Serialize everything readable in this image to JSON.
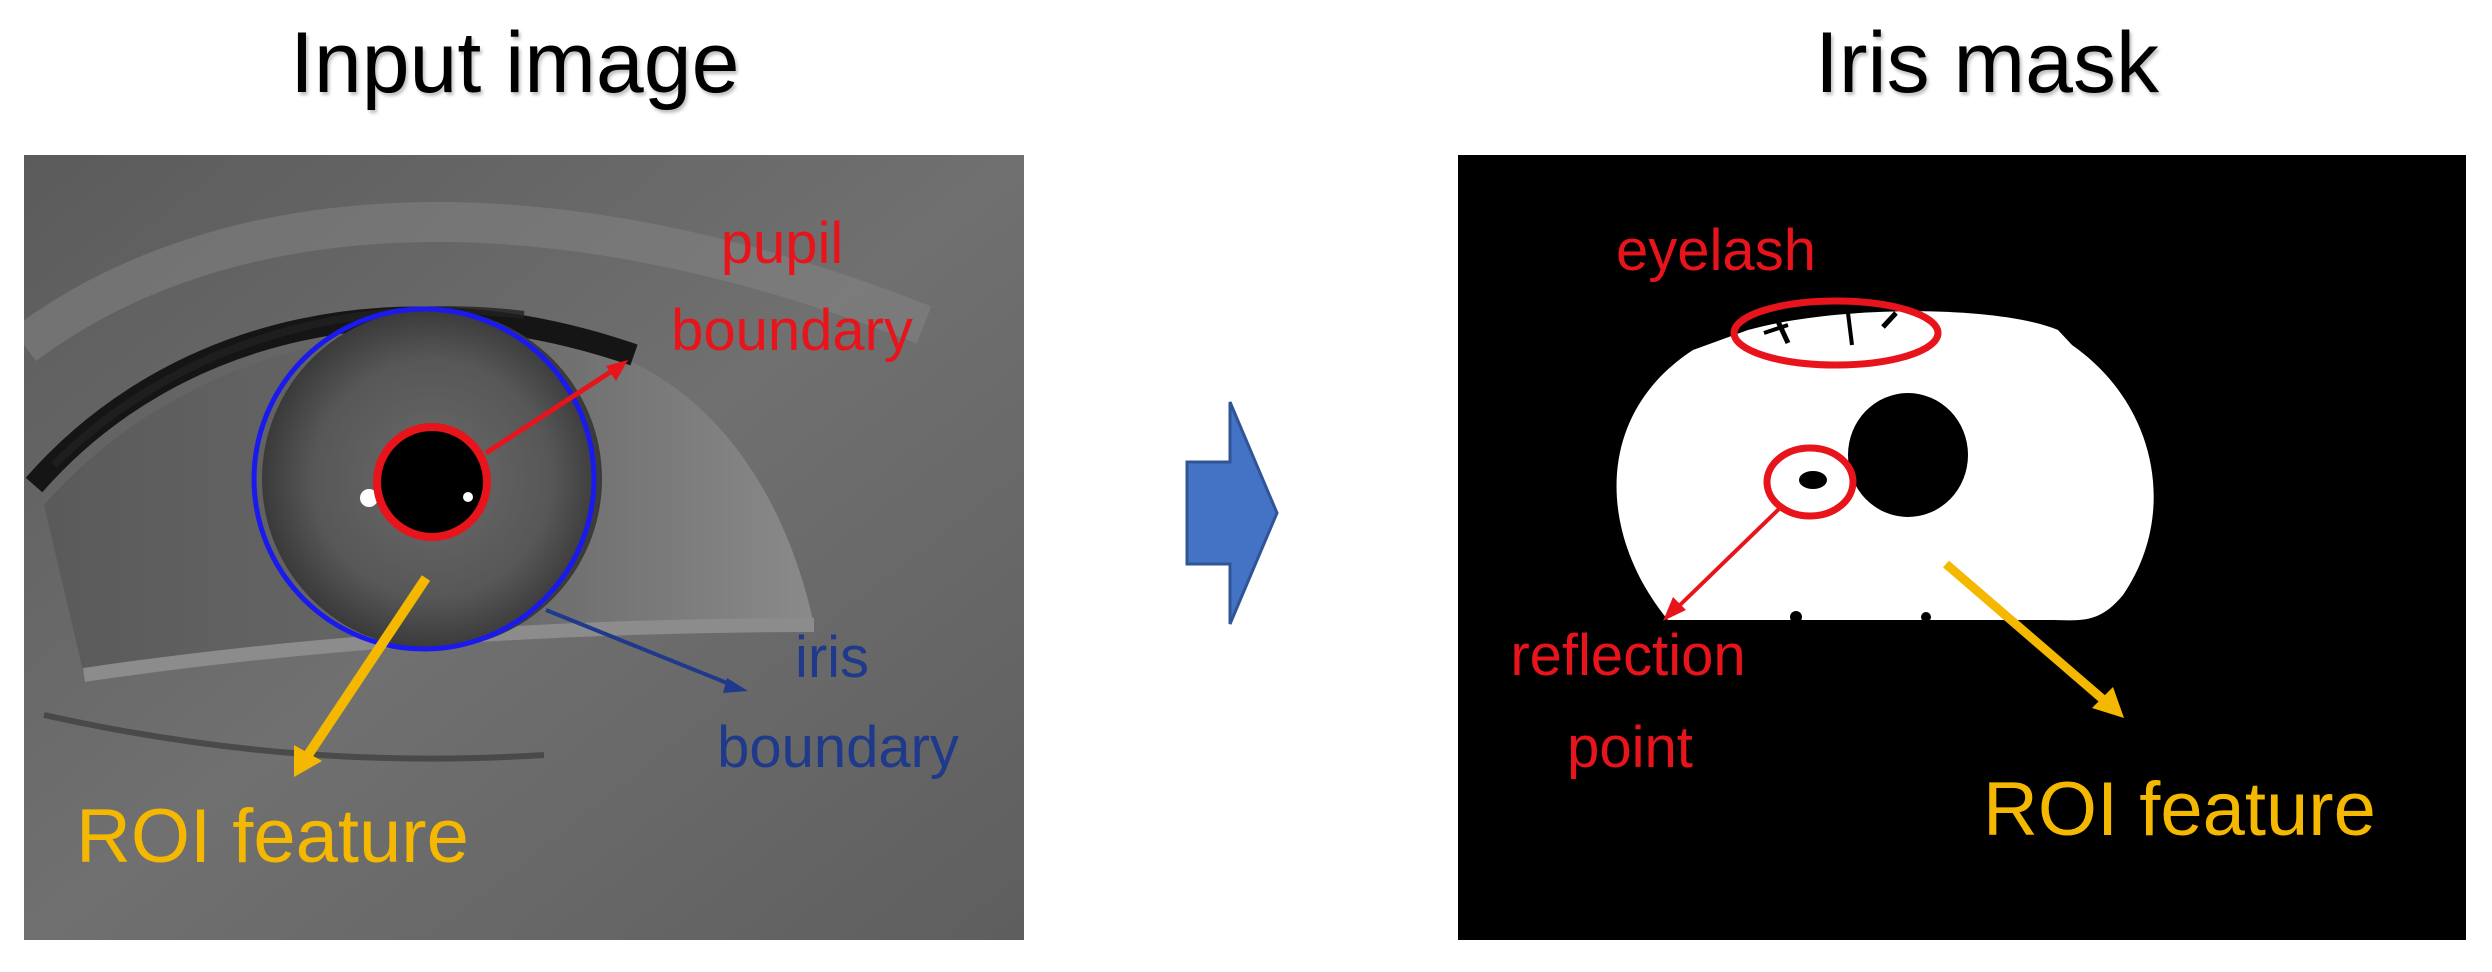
{
  "left_panel": {
    "title": "Input image",
    "labels": {
      "pupil_line1": "pupil",
      "pupil_line2": "boundary",
      "iris_line1": "iris",
      "iris_line2": "boundary",
      "roi": "ROI feature"
    }
  },
  "right_panel": {
    "title": "Iris mask",
    "labels": {
      "eyelash": "eyelash",
      "reflection_line1": "reflection",
      "reflection_line2": "point",
      "roi": "ROI feature"
    }
  },
  "colors": {
    "pupil": "#e8141c",
    "iris": "#1a1aee",
    "iris_label": "#1f3a8a",
    "roi": "#f5b800",
    "arrow": "#4472c4"
  }
}
